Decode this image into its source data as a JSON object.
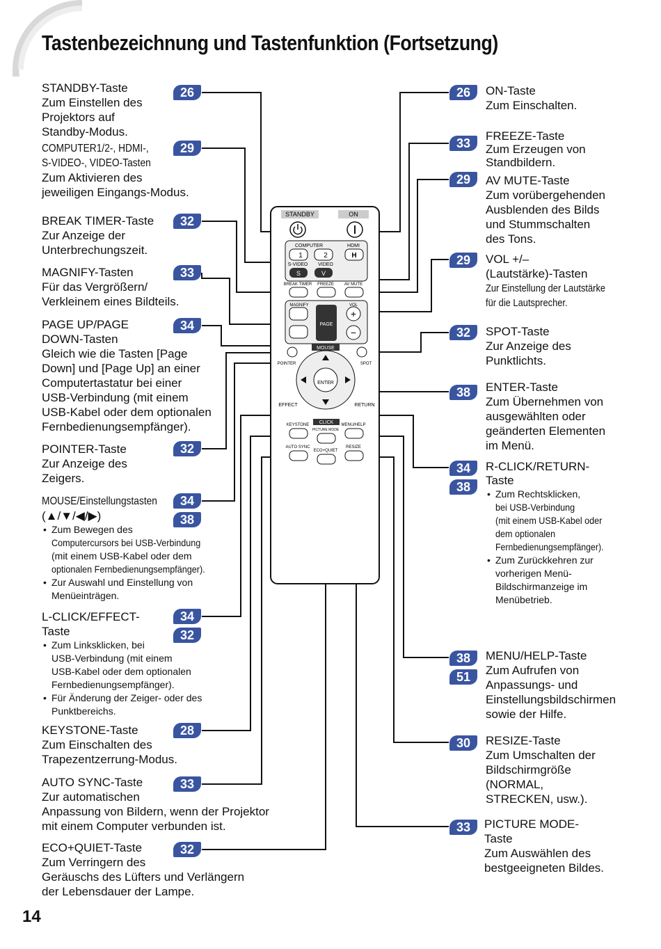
{
  "title": "Tastenbezeichnung und Tastenfunktion (Fortsetzung)",
  "page_number": "14",
  "left": [
    {
      "name": "STANDBY-Taste",
      "desc": [
        "Zum Einstellen des",
        "Projektors auf",
        "Standby-Modus."
      ],
      "badges": [
        "26"
      ]
    },
    {
      "name_lines": [
        "COMPUTER1/2-, HDMI-,",
        "S-VIDEO-, VIDEO-Tasten"
      ],
      "desc": [
        "Zum Aktivieren des",
        "jeweiligen Eingangs-Modus."
      ],
      "badges": [
        "29"
      ]
    },
    {
      "name": "BREAK TIMER-Taste",
      "desc": [
        "Zur Anzeige der",
        "Unterbrechungszeit."
      ],
      "badges": [
        "32"
      ]
    },
    {
      "name": "MAGNIFY-Tasten",
      "desc": [
        "Für das Vergrößern/",
        "Verkleinem eines Bildteils."
      ],
      "badges": [
        "33"
      ]
    },
    {
      "name_lines": [
        "PAGE UP/PAGE",
        "DOWN-Tasten"
      ],
      "desc": [
        "Gleich wie die Tasten [Page",
        "Down] und [Page Up] an einer",
        "Computertastatur bei einer",
        "USB-Verbindung (mit einem",
        "USB-Kabel oder dem optionalen",
        "Fernbedienungsempfänger)."
      ],
      "badges": [
        "34"
      ]
    },
    {
      "name": "POINTER-Taste",
      "desc": [
        "Zur Anzeige des",
        "Zeigers."
      ],
      "badges": [
        "32"
      ]
    },
    {
      "name_lines": [
        "MOUSE/Einstellungstasten",
        "(▲/▼/◀/▶)"
      ],
      "bullets": [
        [
          "Zum Bewegen des",
          "Computercursors bei USB-Verbindung",
          "(mit einem USB-Kabel oder dem",
          "optionalen Fernbedienungsempfänger)."
        ],
        [
          "Zur Auswahl und Einstellung von",
          "Menüeinträgen."
        ]
      ],
      "badges": [
        "34",
        "38"
      ]
    },
    {
      "name_lines": [
        "L-CLICK/EFFECT-",
        "Taste"
      ],
      "bullets": [
        [
          "Zum Linksklicken, bei",
          "USB-Verbindung (mit einem",
          "USB-Kabel oder dem optionalen",
          "Fernbedienungsempfänger)."
        ],
        [
          "Für Änderung der Zeiger- oder des",
          "Punktbereichs."
        ]
      ],
      "badges": [
        "34",
        "32"
      ]
    },
    {
      "name": "KEYSTONE-Taste",
      "desc": [
        "Zum Einschalten des",
        "Trapezentzerrung-Modus."
      ],
      "badges": [
        "28"
      ]
    },
    {
      "name": "AUTO SYNC-Taste",
      "desc": [
        "Zur automatischen",
        "Anpassung von Bildern, wenn der Projektor",
        "mit einem Computer verbunden ist."
      ],
      "badges": [
        "33"
      ]
    },
    {
      "name": "ECO+QUIET-Taste",
      "desc": [
        "Zum Verringern des",
        "Geräuschs des Lüfters und Verlängern",
        "der Lebensdauer der Lampe."
      ],
      "badges": [
        "32"
      ]
    }
  ],
  "right": [
    {
      "name": "ON-Taste",
      "desc": [
        "Zum Einschalten."
      ],
      "badges": [
        "26"
      ]
    },
    {
      "name": "FREEZE-Taste",
      "desc": [
        "Zum Erzeugen von",
        "Standbildern."
      ],
      "badges": [
        "33"
      ]
    },
    {
      "name": "AV MUTE-Taste",
      "desc": [
        "Zum vorübergehenden",
        "Ausblenden des Bilds",
        "und Stummschalten",
        "des Tons."
      ],
      "badges": [
        "29"
      ]
    },
    {
      "name_lines": [
        "VOL +/–",
        "(Lautstärke)-Tasten"
      ],
      "desc_small": [
        "Zur Einstellung der Lautstärke",
        "für die Lautsprecher."
      ],
      "badges": [
        "29"
      ]
    },
    {
      "name": "SPOT-Taste",
      "desc": [
        "Zur Anzeige des",
        "Punktlichts."
      ],
      "badges": [
        "32"
      ]
    },
    {
      "name": "ENTER-Taste",
      "desc": [
        "Zum Übernehmen von",
        "ausgewählten oder",
        "geänderten Elementen",
        "im Menü."
      ],
      "badges": [
        "38"
      ]
    },
    {
      "name_lines": [
        "R-CLICK/RETURN-",
        "Taste"
      ],
      "bullets": [
        [
          "Zum Rechtsklicken,",
          "bei USB-Verbindung",
          "(mit einem USB-Kabel oder",
          "dem optionalen",
          "Fernbedienungsempfänger)."
        ],
        [
          "Zum Zurückkehren zur",
          "vorherigen Menü-",
          "Bildschirmanzeige im",
          "Menübetrieb."
        ]
      ],
      "badges": [
        "34",
        "38"
      ]
    },
    {
      "name": "MENU/HELP-Taste",
      "desc": [
        "Zum Aufrufen von",
        "Anpassungs- und",
        "Einstellungsbildschirmen",
        "sowie der Hilfe."
      ],
      "badges": [
        "38",
        "51"
      ]
    },
    {
      "name": "RESIZE-Taste",
      "desc": [
        "Zum Umschalten der",
        "Bildschirmgröße",
        "(NORMAL,",
        "STRECKEN, usw.)."
      ],
      "badges": [
        "30"
      ]
    },
    {
      "name_lines": [
        "PICTURE MODE-",
        "Taste"
      ],
      "desc": [
        "Zum Auswählen des",
        "bestgeeigneten Bildes."
      ],
      "badges": [
        "33"
      ]
    }
  ],
  "remote": {
    "standby": "STANDBY",
    "on": "ON",
    "computer": "COMPUTER",
    "hdmi": "HDMI",
    "comp1": "1",
    "comp2": "2",
    "h": "H",
    "svideo": "S-VIDEO",
    "video": "VIDEO",
    "s": "S",
    "v": "V",
    "break_timer": "BREAK TIMER",
    "freeze": "FREEZE",
    "av_mute": "AV MUTE",
    "magnify": "MAGNIFY",
    "vol": "VOL",
    "page": "PAGE",
    "mouse": "MOUSE",
    "pointer": "POINTER",
    "spot": "SPOT",
    "enter": "ENTER",
    "effect": "EFFECT",
    "return": "RETURN",
    "keystone": "KEYSTONE",
    "click": "CLICK",
    "picture_mode": "PICTURE MODE",
    "menu_help": "MENU/HELP",
    "auto_sync": "AUTO SYNC",
    "eco_quiet": "ECO+QUIET",
    "resize": "RESIZE"
  }
}
